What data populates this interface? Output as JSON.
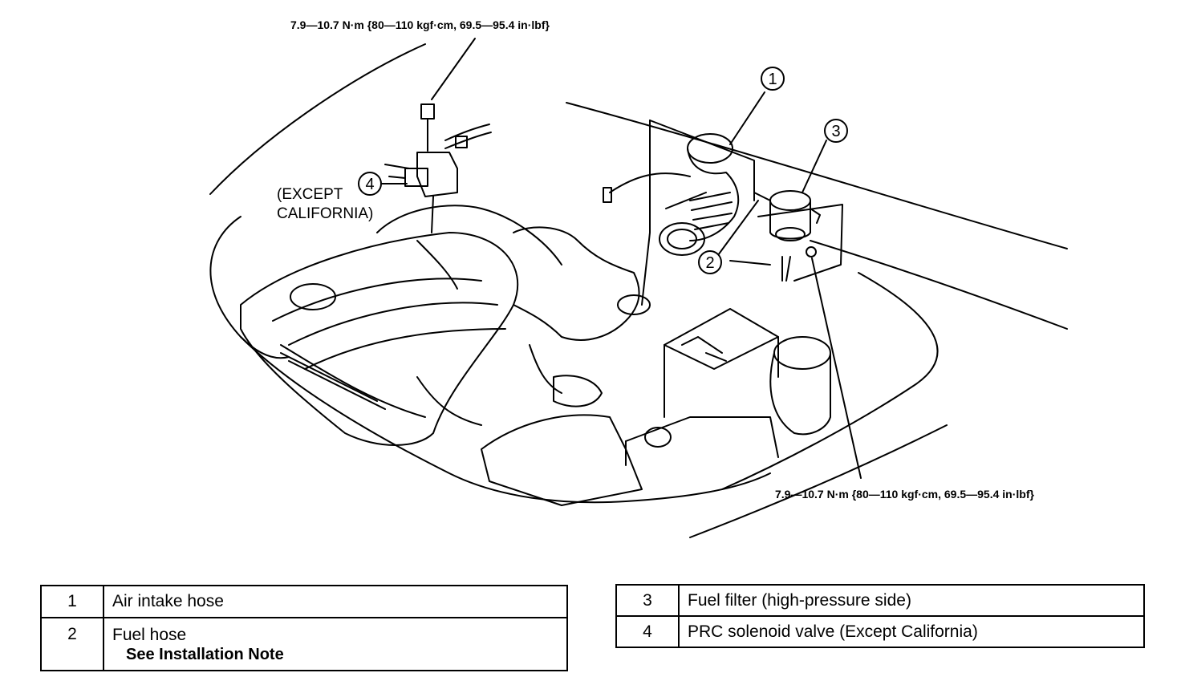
{
  "diagram": {
    "torque_top": "7.9—10.7 N·m {80—110 kgf·cm, 69.5—95.4 in·lbf}",
    "torque_bottom": "7.9—10.7 N·m {80—110 kgf·cm, 69.5—95.4 in·lbf}",
    "except_line1": "(EXCEPT",
    "except_line2": "CALIFORNIA)",
    "callouts": [
      "1",
      "2",
      "3",
      "4"
    ]
  },
  "legend": {
    "left": [
      {
        "num": "1",
        "label": "Air intake hose"
      },
      {
        "num": "2",
        "label": "Fuel hose",
        "sub": "See Installation Note"
      }
    ],
    "right": [
      {
        "num": "3",
        "label": "Fuel filter (high-pressure side)"
      },
      {
        "num": "4",
        "label": "PRC solenoid valve (Except California)"
      }
    ]
  }
}
